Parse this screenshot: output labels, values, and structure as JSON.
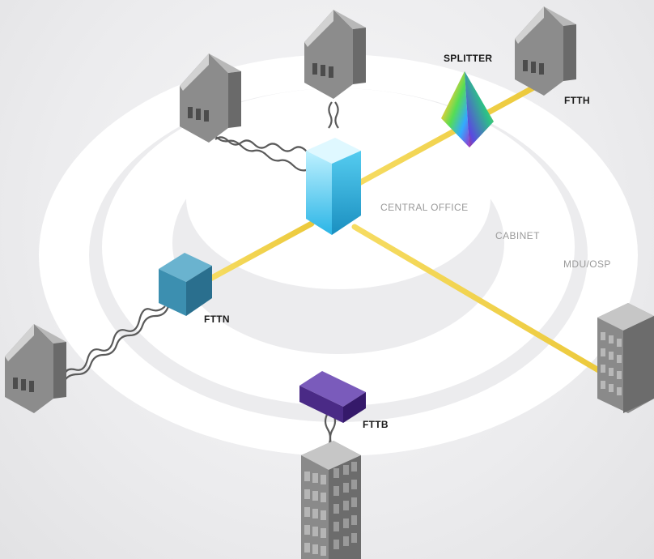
{
  "labels": {
    "splitter": "SPLITTER",
    "ftth": "FTTH",
    "central_office": "CENTRAL OFFICE",
    "cabinet": "CABINET",
    "mdu_osp": "MDU/OSP",
    "fttn": "FTTN",
    "fttb": "FTTB"
  },
  "colors": {
    "fiber": "#f2d24a",
    "central_office": "#3fc6ee",
    "fttn_node": "#3c8fb0",
    "fttb_node": "#4a2a86",
    "building": "#8a8a8a",
    "ring": "#ffffff"
  },
  "icons": [
    "house-icon",
    "building-icon",
    "central-office-icon",
    "splitter-icon",
    "twisted-pair-icon"
  ]
}
